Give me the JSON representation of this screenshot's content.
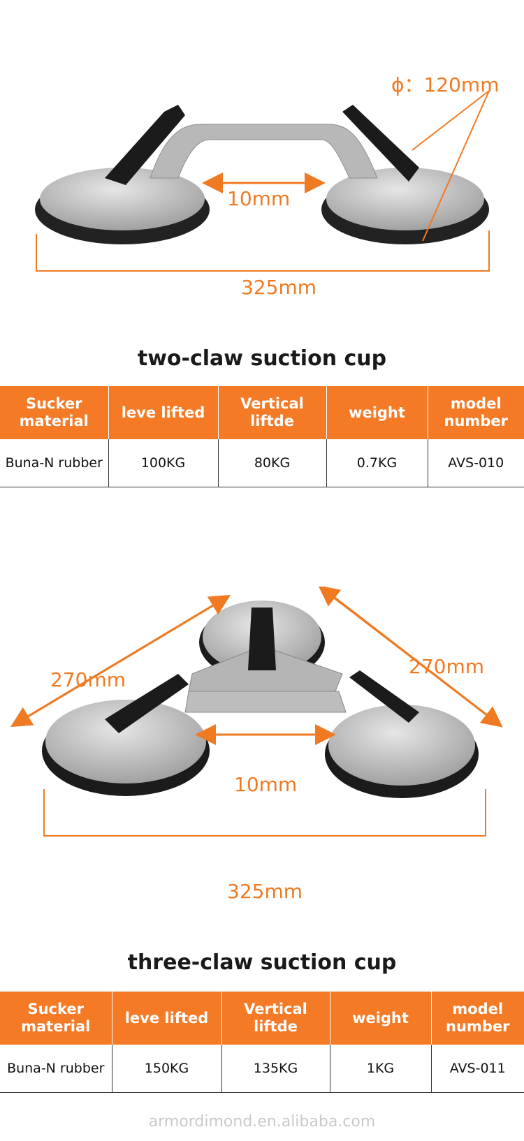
{
  "product1": {
    "dimension_diameter": "ϕ：120mm",
    "dimension_handle_gap": "10mm",
    "dimension_length": "325mm",
    "title": "two-claw suction cup",
    "table": {
      "headers": [
        "Sucker material",
        "leve lifted",
        "Vertical liftde",
        "weight",
        "model number"
      ],
      "row": [
        "Buna-N rubber",
        "100KG",
        "80KG",
        "0.7KG",
        "AVS-010"
      ]
    }
  },
  "product2": {
    "dimension_diagonal_left": "270mm",
    "dimension_diagonal_right": "270mm",
    "dimension_handle_gap": "10mm",
    "dimension_length": "325mm",
    "title": "three-claw suction cup",
    "table": {
      "headers": [
        "Sucker material",
        "leve lifted",
        "Vertical liftde",
        "weight",
        "model number"
      ],
      "row": [
        "Buna-N rubber",
        "150KG",
        "135KG",
        "1KG",
        "AVS-011"
      ]
    }
  },
  "watermark": "armordimond.en.alibaba.com",
  "colors": {
    "accent": "#f57a26",
    "dimension": "#f07a22"
  }
}
